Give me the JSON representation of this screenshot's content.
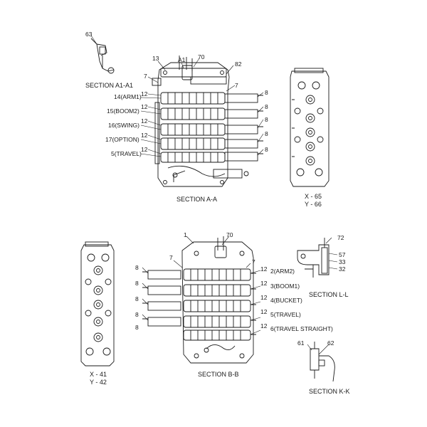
{
  "sections": {
    "a1": "SECTION A1-A1",
    "aa": "SECTION A-A",
    "bb": "SECTION B-B",
    "ll": "SECTION L-L",
    "kk": "SECTION K-K"
  },
  "ports": {
    "x65": "X - 65",
    "y66": "Y - 66",
    "x41": "X - 41",
    "y42": "Y - 42"
  },
  "callouts": {
    "n63": "63",
    "n13": "13",
    "a1": "A1",
    "n70a": "70",
    "n82": "82",
    "n7a": "7",
    "n7b": "7",
    "n12a": "12",
    "n12b": "12",
    "n12c": "12",
    "n12d": "12",
    "n12e": "12",
    "arm1": "14(ARM1)",
    "boom2": "15(BOOM2)",
    "swing": "16(SWING)",
    "option": "17(OPTION)",
    "travel5a": "5(TRAVEL)",
    "n8a": "8",
    "n8b": "8",
    "n8c": "8",
    "n8d": "8",
    "n8e": "8",
    "n1": "1",
    "n70b": "70",
    "n7c": "7",
    "n7d": "7",
    "n8f": "8",
    "n8g": "8",
    "n8h": "8",
    "n8i": "8",
    "n8j": "8",
    "n12f": "12",
    "n12g": "12",
    "n12h": "12",
    "n12i": "12",
    "n12j": "12",
    "arm2": "2(ARM2)",
    "boom1": "3(BOOM1)",
    "bucket": "4(BUCKET)",
    "travel5b": "5(TRAVEL)",
    "travelstraight": "6(TRAVEL STRAIGHT)",
    "n72": "72",
    "n57": "57",
    "n33": "33",
    "n32": "32",
    "n61": "61",
    "n62": "62"
  },
  "colors": {
    "ink": "#1a1a1a",
    "paper": "#ffffff"
  }
}
